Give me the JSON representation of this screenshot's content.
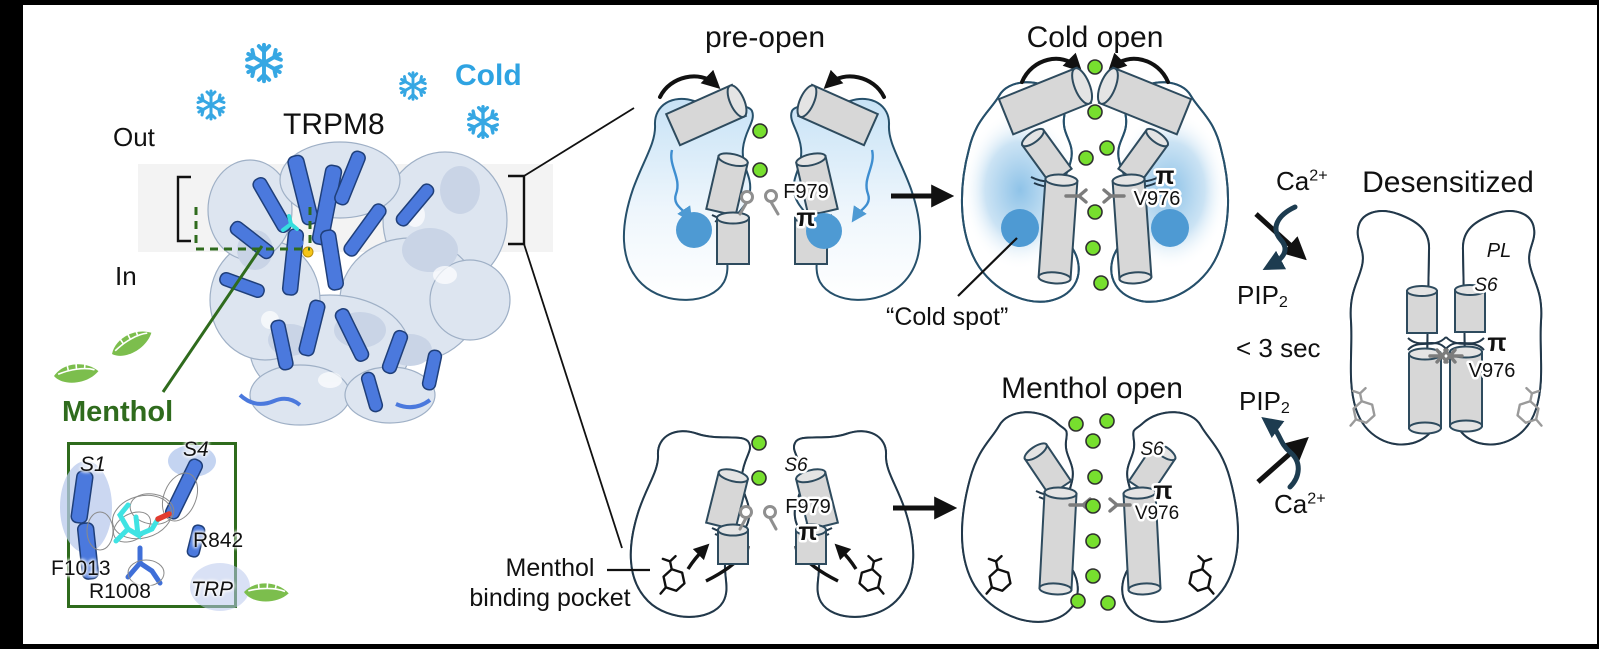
{
  "left": {
    "out": "Out",
    "in": "In",
    "protein": "TRPM8",
    "cold": "Cold",
    "menthol": "Menthol",
    "inset": {
      "s1": "S1",
      "s4": "S4",
      "r842": "R842",
      "f1013": "F1013",
      "r1008": "R1008",
      "trp": "TRP"
    }
  },
  "preopen": {
    "title": "pre-open",
    "f979": "F979",
    "pi": "π"
  },
  "coldopen": {
    "title": "Cold open",
    "pi": "π",
    "v976": "V976",
    "spot": "“Cold spot”"
  },
  "mentholclosed": {
    "s6": "S6",
    "f979": "F979",
    "pi": "π",
    "pocket1": "Menthol",
    "pocket2": "binding pocket"
  },
  "mentholopen": {
    "title": "Menthol open",
    "s6": "S6",
    "pi": "π",
    "v976": "V976"
  },
  "desens": {
    "title": "Desensitized",
    "pl": "PL",
    "s6": "S6",
    "pi": "π",
    "v976": "V976"
  },
  "cycle": {
    "ca": "Ca",
    "ca_sup": "2+",
    "pip": "PIP",
    "pip_sub": "2",
    "time": "< 3 sec"
  },
  "colors": {
    "cold_blue": "#2EA3E2",
    "menthol_green": "#2F6B1D",
    "ion_green": "#77DF2E",
    "spot_blue": "#4E9AD3",
    "arrow_teal": "#1D3C50",
    "helix_blue": "#4b79dd"
  }
}
